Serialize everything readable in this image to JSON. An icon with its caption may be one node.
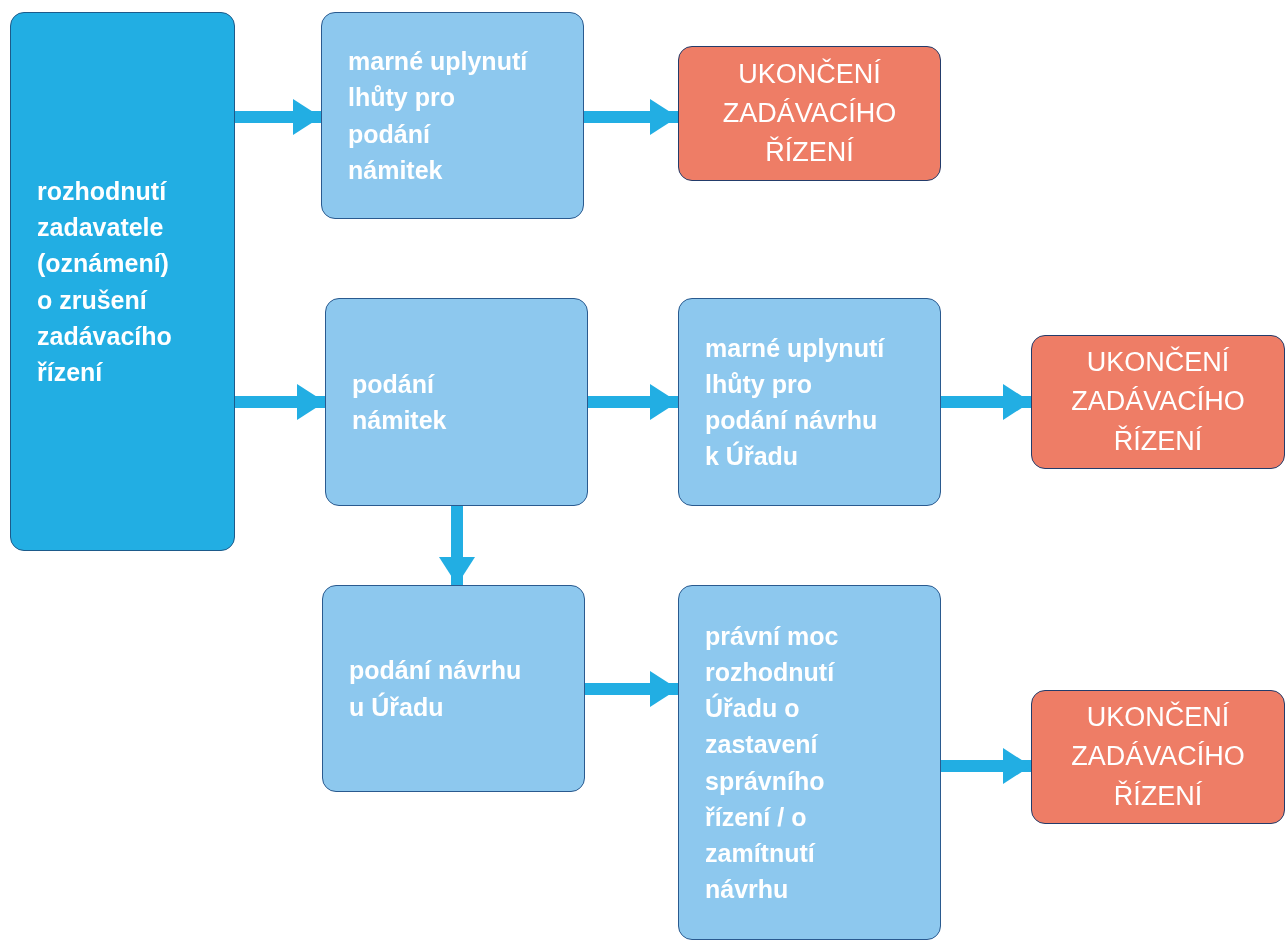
{
  "diagram": {
    "nodes": [
      {
        "text": [
          "rozhodnutí zadavatele (oznámení) o zrušení zadávacího řízení"
        ]
      },
      {
        "text": [
          "marné uplynutí lhůty pro podání námitek"
        ]
      },
      {
        "text": [
          "UKONČENÍ ZADÁVACÍHO ŘÍZENÍ"
        ]
      },
      {
        "text": [
          "podání námitek"
        ]
      },
      {
        "text": [
          "marné uplynutí lhůty pro podání návrhu k Úřadu"
        ]
      },
      {
        "text": [
          "UKONČENÍ ZADÁVACÍHO ŘÍZENÍ"
        ]
      },
      {
        "text": [
          "podání návrhu u Úřadu"
        ]
      },
      {
        "text": [
          "právní moc rozhodnutí Úřadu o zastavení správního řízení / o zamítnutí návrhu"
        ]
      },
      {
        "text": [
          "UKONČENÍ ZADÁVACÍHO ŘÍZENÍ"
        ]
      }
    ],
    "edges": [
      {
        "from": 0,
        "to": 1,
        "arrow": "to"
      },
      {
        "from": 1,
        "to": 2,
        "arrow": "to"
      },
      {
        "from": 0,
        "to": 3,
        "arrow": "to"
      },
      {
        "from": 3,
        "to": 4,
        "arrow": "to"
      },
      {
        "from": 4,
        "to": 5,
        "arrow": "to"
      },
      {
        "from": 3,
        "to": 6,
        "arrow": "to"
      },
      {
        "from": 6,
        "to": 7,
        "arrow": "to"
      },
      {
        "from": 7,
        "to": 8,
        "arrow": "to"
      }
    ]
  }
}
